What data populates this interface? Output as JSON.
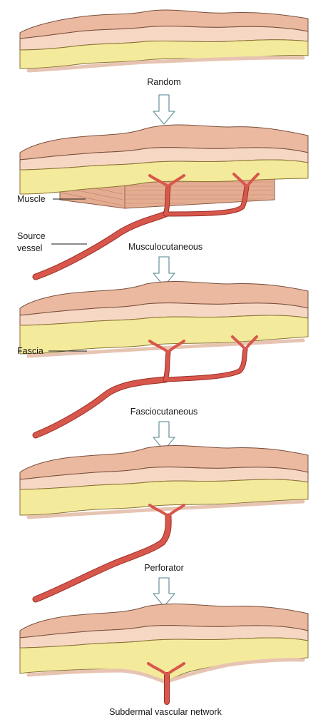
{
  "stages": {
    "random": "Random",
    "musculocutaneous": "Musculocutaneous",
    "fasciocutaneous": "Fasciocutaneous",
    "perforator": "Perforator",
    "subdermal": "Subdermal vascular network"
  },
  "labels": {
    "muscle": "Muscle",
    "source_line1": "Source",
    "source_line2": "vessel",
    "fascia": "Fascia"
  },
  "colors": {
    "skin_top": "#eab9a0",
    "dermis": "#f6d7c4",
    "fat": "#f4ea9c",
    "vessel": "#d8574c",
    "arrow_outline": "#6f9aa3"
  }
}
